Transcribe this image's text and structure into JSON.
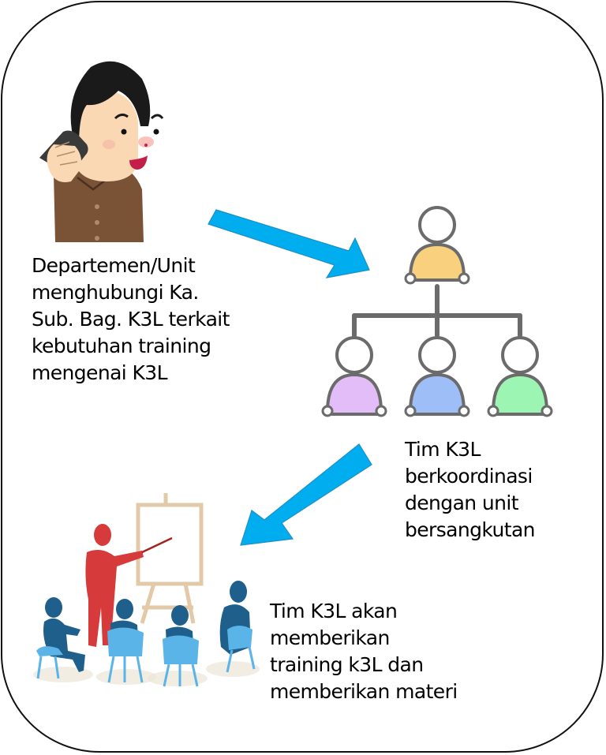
{
  "diagram": {
    "title": "",
    "steps": [
      {
        "id": "step-1",
        "illustration": "man-on-phone",
        "lines": [
          "Departemen/Unit",
          "menghubungi Ka.",
          "Sub. Bag. K3L terkait",
          "kebutuhan training",
          "mengenai K3L"
        ]
      },
      {
        "id": "step-2",
        "illustration": "org-chart-team",
        "lines": [
          "Tim K3L",
          "berkoordinasi",
          "dengan unit",
          "bersangkutan"
        ]
      },
      {
        "id": "step-3",
        "illustration": "training-presentation",
        "lines": [
          "Tim K3L akan",
          "memberikan",
          "training k3L dan",
          "memberikan materi"
        ]
      }
    ],
    "arrows": [
      {
        "from": "step-1",
        "to": "step-2",
        "direction": "down-right"
      },
      {
        "from": "step-2",
        "to": "step-3",
        "direction": "down-left"
      }
    ],
    "colors": {
      "arrow": "#00AEEF",
      "arrow_border": "#1B8FC8",
      "org_line": "#6B6B6B",
      "org_head": "#F9D07E",
      "org_purple": "#E3BDF8",
      "org_blue": "#9DBEF7",
      "org_green": "#9CF5B2",
      "presenter": "#D63A3A",
      "audience": "#1F5F8B",
      "chair": "#5AB4E8",
      "easel": "#E2C9A7",
      "shirt": "#7A5236",
      "hair": "#1A1A1A",
      "skin": "#FBD8B4"
    }
  }
}
